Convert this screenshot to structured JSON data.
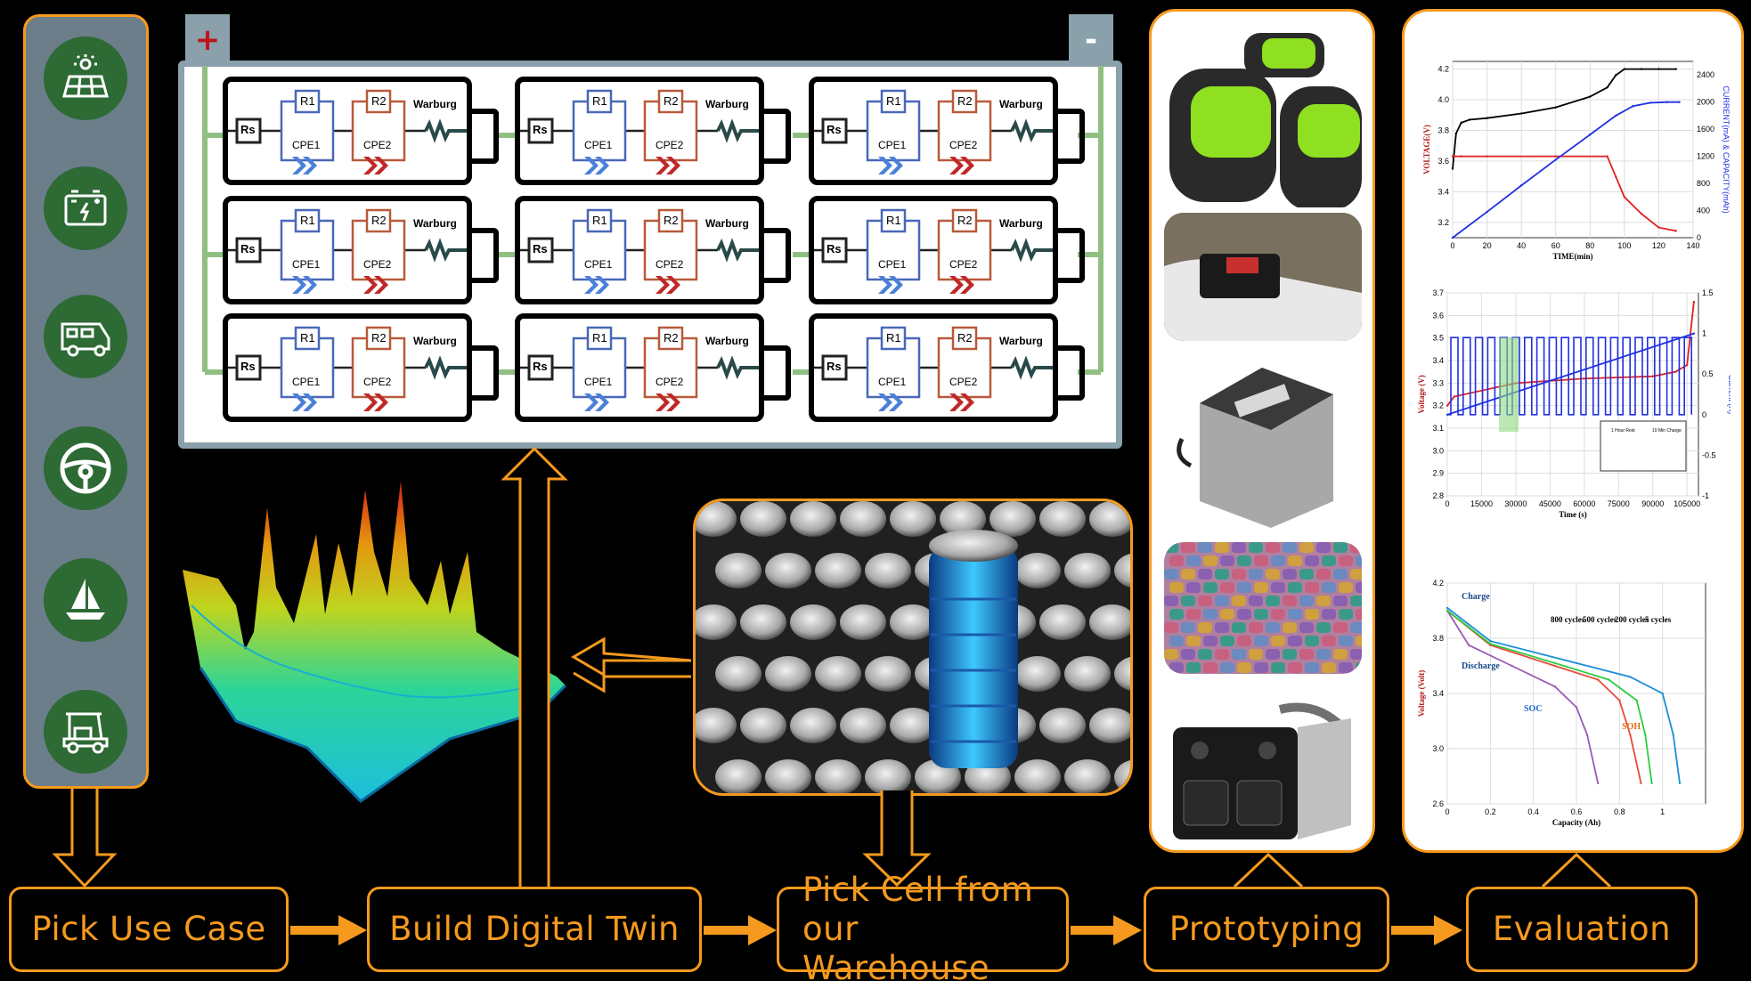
{
  "steps": [
    {
      "label": "Pick Use Case"
    },
    {
      "label": "Build Digital Twin"
    },
    {
      "label": "Pick Cell from our Warehouse"
    },
    {
      "label": "Prototyping"
    },
    {
      "label": "Evaluation"
    }
  ],
  "use_cases": [
    "solar-panel-icon",
    "battery-charge-icon",
    "camper-van-icon",
    "steering-wheel-icon",
    "sailboat-icon",
    "golf-cart-icon"
  ],
  "pack": {
    "plus_label": "+",
    "minus_label": "-",
    "cell": {
      "rs": "Rs",
      "r1": "R1",
      "r2": "R2",
      "cpe1": "CPE1",
      "cpe2": "CPE2",
      "warburg": "Warburg"
    }
  },
  "colors": {
    "accent": "#f59a1e",
    "sidebar": "#6b7e8a",
    "icon_circle": "#2d6a34",
    "pack_frame": "#8aa0ab",
    "bus": "#8fc082"
  },
  "chart_data": [
    {
      "type": "line",
      "title": "",
      "xlabel": "TIME(min)",
      "ylabel": "VOLTAGE(V)",
      "y2label": "CURRENT(mA) & CAPACITY(mAh)",
      "xlim": [
        0,
        140
      ],
      "ylim": [
        3.1,
        4.25
      ],
      "y2lim": [
        0,
        2600
      ],
      "x_ticks": [
        0,
        20,
        40,
        60,
        80,
        100,
        120,
        140
      ],
      "y_ticks": [
        3.2,
        3.4,
        3.6,
        3.8,
        4.0,
        4.2
      ],
      "y2_ticks": [
        0,
        400,
        800,
        1200,
        1600,
        2000,
        2400
      ],
      "series": [
        {
          "color": "#000000",
          "axis": "y",
          "x": [
            0,
            2,
            5,
            10,
            20,
            40,
            60,
            80,
            90,
            95,
            100,
            110,
            120,
            130
          ],
          "values": [
            3.55,
            3.78,
            3.85,
            3.87,
            3.88,
            3.91,
            3.95,
            4.02,
            4.08,
            4.16,
            4.2,
            4.2,
            4.2,
            4.2
          ]
        },
        {
          "color": "#e02020",
          "axis": "y2",
          "x": [
            0,
            5,
            20,
            60,
            90,
            95,
            100,
            110,
            120,
            130
          ],
          "values": [
            1200,
            1200,
            1200,
            1200,
            1200,
            900,
            600,
            350,
            150,
            100
          ]
        },
        {
          "color": "#2030e0",
          "axis": "y2",
          "x": [
            0,
            20,
            40,
            60,
            80,
            95,
            105,
            115,
            125,
            132
          ],
          "values": [
            0,
            380,
            770,
            1150,
            1520,
            1800,
            1940,
            1990,
            2000,
            2000
          ]
        }
      ]
    },
    {
      "type": "line",
      "title": "",
      "xlabel": "Time (s)",
      "ylabel": "Voltage (V)",
      "y2label": "Current (A)",
      "xlim": [
        0,
        110000
      ],
      "ylim": [
        2.8,
        3.7
      ],
      "y2lim": [
        -1.0,
        1.5
      ],
      "x_ticks": [
        0,
        15000,
        30000,
        45000,
        60000,
        75000,
        90000,
        105000
      ],
      "y_ticks": [
        2.8,
        2.9,
        3.0,
        3.1,
        3.2,
        3.3,
        3.4,
        3.5,
        3.6,
        3.7
      ],
      "y2_ticks": [
        -1.0,
        -0.5,
        0.0,
        0.5,
        1.0,
        1.5
      ],
      "inset_labels": [
        "1 Hour Rest",
        "10 Min Charge"
      ],
      "series": [
        {
          "color": "#e02020",
          "axis": "y",
          "x": [
            0,
            3000,
            30000,
            60000,
            90000,
            100000,
            105000,
            108000
          ],
          "values": [
            3.2,
            3.24,
            3.3,
            3.32,
            3.33,
            3.35,
            3.38,
            3.66
          ]
        },
        {
          "color": "#2030e0",
          "axis": "y2",
          "x": [
            0,
            108000
          ],
          "values": [
            0.0,
            1.0
          ]
        }
      ]
    },
    {
      "type": "line",
      "title": "",
      "xlabel": "Capacity (Ah)",
      "ylabel": "Voltage (Volt)",
      "xlim": [
        0.0,
        1.2
      ],
      "ylim": [
        2.6,
        4.2
      ],
      "x_ticks": [
        0.0,
        0.2,
        0.4,
        0.6,
        0.8,
        1.0
      ],
      "y_ticks": [
        2.6,
        3.0,
        3.4,
        3.8,
        4.2
      ],
      "annotations": [
        "Charge",
        "Discharge",
        "SOC",
        "SOH",
        "800 cycles",
        "500 cycles",
        "200 cycles",
        "5 cycles"
      ],
      "series": [
        {
          "name": "800 cycles",
          "color": "#9b59b6",
          "x": [
            0.0,
            0.1,
            0.3,
            0.5,
            0.6,
            0.65,
            0.7
          ],
          "values": [
            4.0,
            3.75,
            3.6,
            3.45,
            3.3,
            3.1,
            2.75
          ]
        },
        {
          "name": "500 cycles",
          "color": "#e74c3c",
          "x": [
            0.0,
            0.2,
            0.5,
            0.7,
            0.8,
            0.85,
            0.9
          ],
          "values": [
            4.0,
            3.75,
            3.6,
            3.5,
            3.35,
            3.1,
            2.75
          ]
        },
        {
          "name": "200 cycles",
          "color": "#2ecc40",
          "x": [
            0.0,
            0.2,
            0.5,
            0.75,
            0.88,
            0.92,
            0.95
          ],
          "values": [
            4.0,
            3.76,
            3.62,
            3.5,
            3.35,
            3.1,
            2.75
          ]
        },
        {
          "name": "5 cycles",
          "color": "#1a8fd6",
          "x": [
            0.0,
            0.2,
            0.6,
            0.85,
            1.0,
            1.05,
            1.08
          ],
          "values": [
            4.02,
            3.78,
            3.62,
            3.52,
            3.4,
            3.1,
            2.75
          ]
        }
      ]
    }
  ]
}
